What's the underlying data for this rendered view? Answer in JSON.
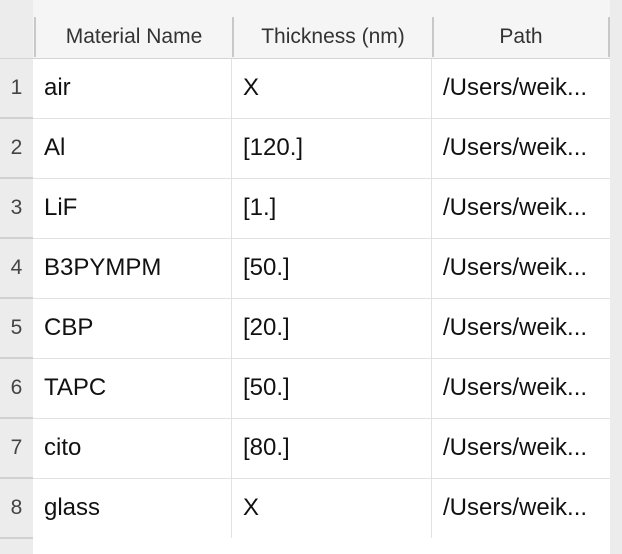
{
  "table": {
    "columns": [
      "Material Name",
      "Thickness (nm)",
      "Path"
    ],
    "rows": [
      {
        "index": "1",
        "material": "air",
        "thickness": "X",
        "path": "/Users/weik..."
      },
      {
        "index": "2",
        "material": "Al",
        "thickness": "[120.]",
        "path": "/Users/weik..."
      },
      {
        "index": "3",
        "material": "LiF",
        "thickness": "[1.]",
        "path": "/Users/weik..."
      },
      {
        "index": "4",
        "material": "B3PYMPM",
        "thickness": "[50.]",
        "path": "/Users/weik..."
      },
      {
        "index": "5",
        "material": "CBP",
        "thickness": "[20.]",
        "path": "/Users/weik..."
      },
      {
        "index": "6",
        "material": "TAPC",
        "thickness": "[50.]",
        "path": "/Users/weik..."
      },
      {
        "index": "7",
        "material": "cito",
        "thickness": "[80.]",
        "path": "/Users/weik..."
      },
      {
        "index": "8",
        "material": "glass",
        "thickness": "X",
        "path": "/Users/weik..."
      }
    ]
  }
}
